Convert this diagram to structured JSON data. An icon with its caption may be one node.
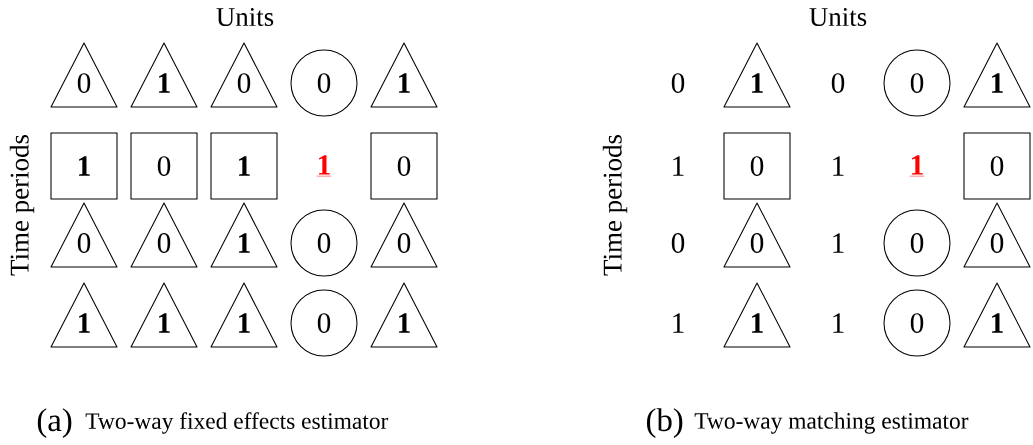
{
  "diagram": {
    "nodes": [
      {
        "text": [
          "0"
        ]
      },
      {
        "text": [
          "1"
        ]
      },
      {
        "text": [
          "0"
        ]
      },
      {
        "text": [
          "0"
        ]
      },
      {
        "text": [
          "1"
        ]
      },
      {
        "text": [
          "1"
        ]
      },
      {
        "text": [
          "0"
        ]
      },
      {
        "text": [
          "1"
        ]
      },
      {
        "text": [
          "0"
        ]
      },
      {
        "text": [
          "0"
        ]
      },
      {
        "text": [
          "0"
        ]
      },
      {
        "text": [
          "1"
        ]
      },
      {
        "text": [
          "0"
        ]
      },
      {
        "text": [
          "0"
        ]
      },
      {
        "text": [
          "1"
        ]
      },
      {
        "text": [
          "1"
        ]
      },
      {
        "text": [
          "1"
        ]
      },
      {
        "text": [
          "0"
        ]
      },
      {
        "text": [
          "1"
        ]
      },
      {
        "text": [
          "1"
        ]
      },
      {
        "text": [
          "0"
        ]
      },
      {
        "text": [
          "1"
        ]
      },
      {
        "text": [
          "0"
        ]
      },
      {
        "text": [
          "0"
        ]
      },
      {
        "text": [
          "0"
        ]
      },
      {
        "text": [
          "0"
        ]
      },
      {
        "text": [
          "0"
        ]
      },
      {
        "text": [
          "1"
        ]
      },
      {
        "text": [
          "0"
        ]
      },
      {
        "text": [
          "1"
        ]
      }
    ],
    "labels": [
      "Units",
      "Time periods",
      "1",
      "(a)",
      "Two-way fixed effects estimator",
      "Units",
      "Time periods",
      "0",
      "0",
      "1",
      "1",
      "0",
      "1",
      "1",
      "1",
      "1",
      "(b)",
      "Two-way matching estimator"
    ]
  }
}
